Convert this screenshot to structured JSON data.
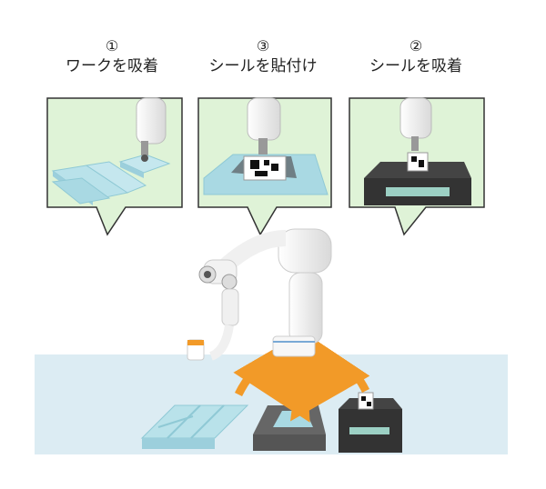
{
  "steps": [
    {
      "number": "①",
      "label": "ワークを吸着"
    },
    {
      "number": "③",
      "label": "シールを貼付け"
    },
    {
      "number": "②",
      "label": "シールを吸着"
    }
  ],
  "colors": {
    "panel_bg": "#dff3d7",
    "panel_border": "#333333",
    "floor": "#dcecf3",
    "tray": "#b9e2ea",
    "arrow": "#f29a28",
    "printer": "#333333",
    "printer_window": "#9cd0c4",
    "station": "#666666",
    "robot": "#f2f2f2"
  },
  "icons": [
    "robot-arm-icon",
    "qr-label-icon",
    "suction-cup-icon",
    "label-printer-icon"
  ]
}
